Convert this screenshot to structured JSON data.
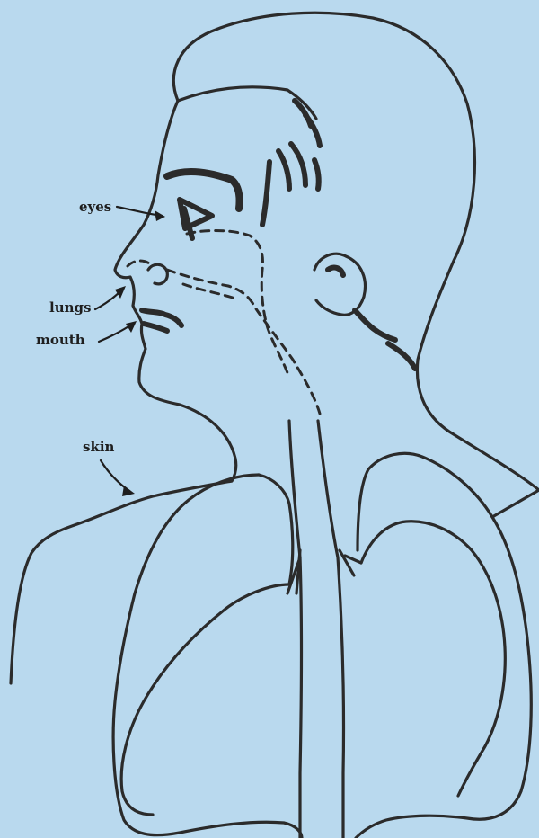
{
  "labels": {
    "eyes": "eyes",
    "lungs": "lungs",
    "mouth": "mouth",
    "skin": "skin"
  },
  "colors": {
    "background": "#b9d9ee",
    "ink": "#2b2b2b"
  }
}
